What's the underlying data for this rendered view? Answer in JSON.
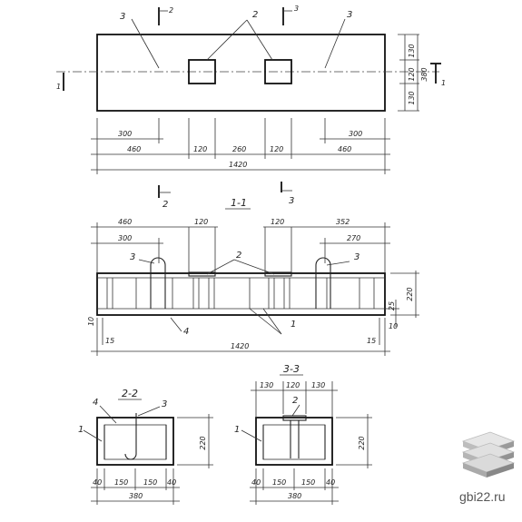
{
  "plan": {
    "mark_left": "3",
    "mark_mid": "2",
    "mark_right": "3",
    "section_top_left": "2",
    "section_top_right": "3",
    "section_side": "1",
    "dims_bottom": [
      "300",
      "460",
      "120",
      "260",
      "120",
      "300",
      "460"
    ],
    "total": "1420",
    "dims_right": [
      "130",
      "120",
      "130"
    ],
    "height_total": "380"
  },
  "section_markers": {
    "left": "2",
    "right": "3"
  },
  "elevation": {
    "title": "1-1",
    "dims_top": [
      "460",
      "120",
      "120",
      "352"
    ],
    "dims_sub": [
      "300",
      "270"
    ],
    "marks": [
      "3",
      "2",
      "3",
      "4",
      "1"
    ],
    "height": "220",
    "small": [
      "25",
      "10",
      "10",
      "15",
      "15"
    ],
    "total": "1420"
  },
  "section_2_2": {
    "title": "2-2",
    "marks": [
      "4",
      "3",
      "1"
    ],
    "dims_bottom": [
      "40",
      "150",
      "150",
      "40"
    ],
    "total": "380",
    "height": "220"
  },
  "section_3_3": {
    "title": "3-3",
    "dims_top": [
      "130",
      "120",
      "130"
    ],
    "mark": "2",
    "mark_left": "1",
    "dims_bottom": [
      "40",
      "150",
      "150",
      "40"
    ],
    "total": "380",
    "height": "220"
  },
  "watermark": "gbi22.ru"
}
